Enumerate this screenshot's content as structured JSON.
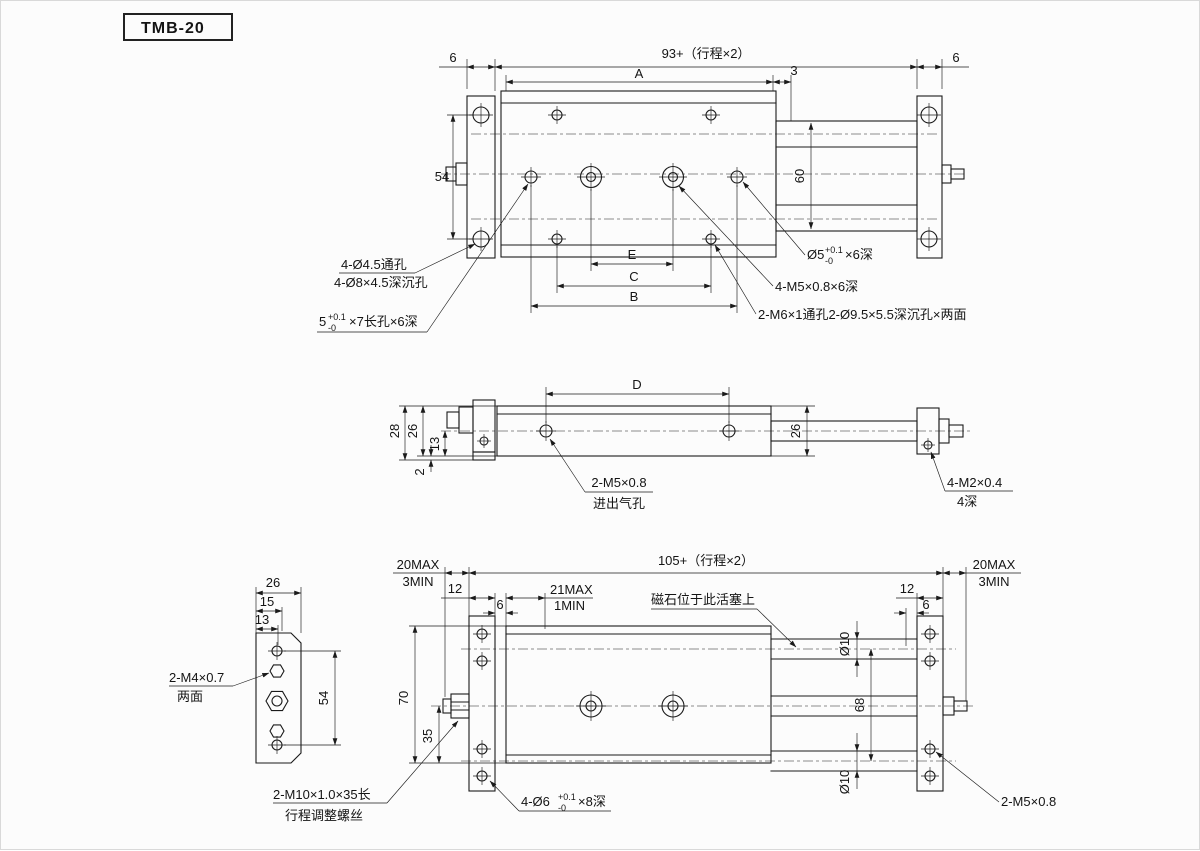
{
  "title": "TMB-20",
  "top_view": {
    "dim_6_left": "6",
    "dim_span": "93+（行程×2）",
    "dim_6_right": "6",
    "dim_A": "A",
    "dim_3": "3",
    "dim_54": "54",
    "dim_60": "60",
    "dim_E": "E",
    "dim_C": "C",
    "dim_B": "B",
    "label_through_holes_line1": "4-Ø4.5通孔",
    "label_through_holes_line2": "4-Ø8×4.5深沉孔",
    "label_slot_pre": "5",
    "label_slot_tol_top": "+0.1",
    "label_slot_tol_bot": "-0",
    "label_slot_post": "×7长孔×6深",
    "label_pin_pre": "Ø5",
    "label_pin_tol_top": "+0.1",
    "label_pin_tol_bot": "-0",
    "label_pin_post": "×6深",
    "label_m5": "4-M5×0.8×6深",
    "label_m6": "2-M6×1通孔2-Ø9.5×5.5深沉孔×两面"
  },
  "side_view": {
    "dim_D": "D",
    "dim_28": "28",
    "dim_26_left": "26",
    "dim_13": "13",
    "dim_2": "2",
    "dim_26_right": "26",
    "label_port_line1": "2-M5×0.8",
    "label_port_line2": "进出气孔",
    "label_m2_line1": "4-M2×0.4",
    "label_m2_line2": "4深"
  },
  "end_view": {
    "dim_26": "26",
    "dim_15": "15",
    "dim_13": "13",
    "dim_54": "54",
    "label_m4_line1": "2-M4×0.7",
    "label_m4_line2": "两面"
  },
  "bottom_view": {
    "dim_20max_left": "20MAX",
    "dim_3min_left": "3MIN",
    "dim_12_left": "12",
    "dim_21max": "21MAX",
    "dim_1min": "1MIN",
    "dim_6_left": "6",
    "dim_span": "105+（行程×2）",
    "dim_12_right": "12",
    "dim_6_right": "6",
    "dim_20max_right": "20MAX",
    "dim_3min_right": "3MIN",
    "dim_70": "70",
    "dim_35": "35",
    "dim_68": "68",
    "dim_d10_top": "Ø10",
    "dim_d10_bottom": "Ø10",
    "label_magnet": "磁石位于此活塞上",
    "label_screw_line1": "2-M10×1.0×35长",
    "label_screw_line2": "行程调整螺丝",
    "label_hole_pre": "4-Ø6",
    "label_hole_tol_top": "+0.1",
    "label_hole_tol_bot": "-0",
    "label_hole_post": "×8深",
    "label_m5_right": "2-M5×0.8"
  }
}
